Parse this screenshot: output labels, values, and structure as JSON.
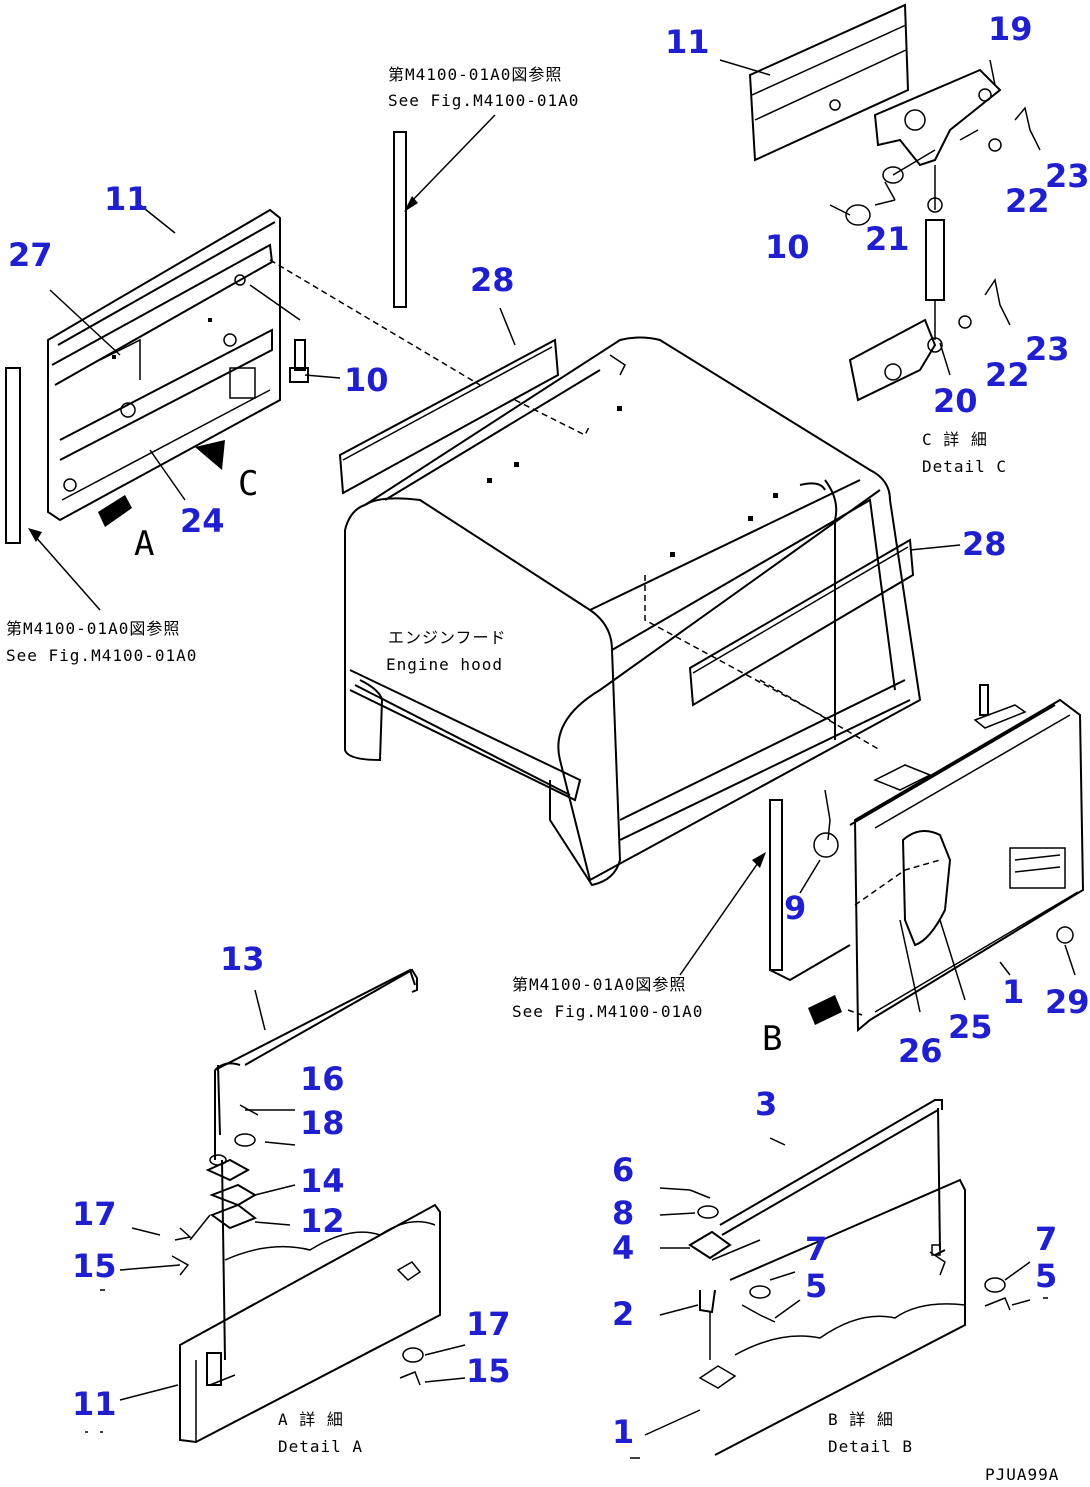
{
  "callouts": {
    "c11_top": "11",
    "c19": "19",
    "c23_a": "23",
    "c22_a": "22",
    "c21": "21",
    "c10_top": "10",
    "c23_b": "23",
    "c22_b": "22",
    "c20": "20",
    "c11_left": "11",
    "c27": "27",
    "c10_left": "10",
    "c24": "24",
    "c28_top": "28",
    "c28_right": "28",
    "c9": "9",
    "c1_main": "1",
    "c29": "29",
    "c25": "25",
    "c26": "26",
    "c13": "13",
    "c16": "16",
    "c18": "18",
    "c14": "14",
    "c17_a": "17",
    "c12": "12",
    "c15_a": "15",
    "c17_b": "17",
    "c15_b": "15",
    "c11_bottom": "11",
    "c3": "3",
    "c6": "6",
    "c8": "8",
    "c4": "4",
    "c7_a": "7",
    "c5_a": "5",
    "c2": "2",
    "c7_b": "7",
    "c5_b": "5",
    "c1_detail": "1"
  },
  "view_letters": {
    "a": "A",
    "b": "B",
    "c": "C"
  },
  "notes": {
    "top_jp": "第M4100-01A0図参照",
    "top_en": "See Fig.M4100-01A0",
    "left_jp": "第M4100-01A0図参照",
    "left_en": "See Fig.M4100-01A0",
    "right_jp": "第M4100-01A0図参照",
    "right_en": "See Fig.M4100-01A0",
    "hood_jp": "エンジンフード",
    "hood_en": "Engine hood",
    "detail_c_jp": "C 詳 細",
    "detail_c_en": "Detail C",
    "detail_a_jp": "A 詳 細",
    "detail_a_en": "Detail A",
    "detail_b_jp": "B 詳 細",
    "detail_b_en": "Detail B",
    "code": "PJUA99A"
  }
}
